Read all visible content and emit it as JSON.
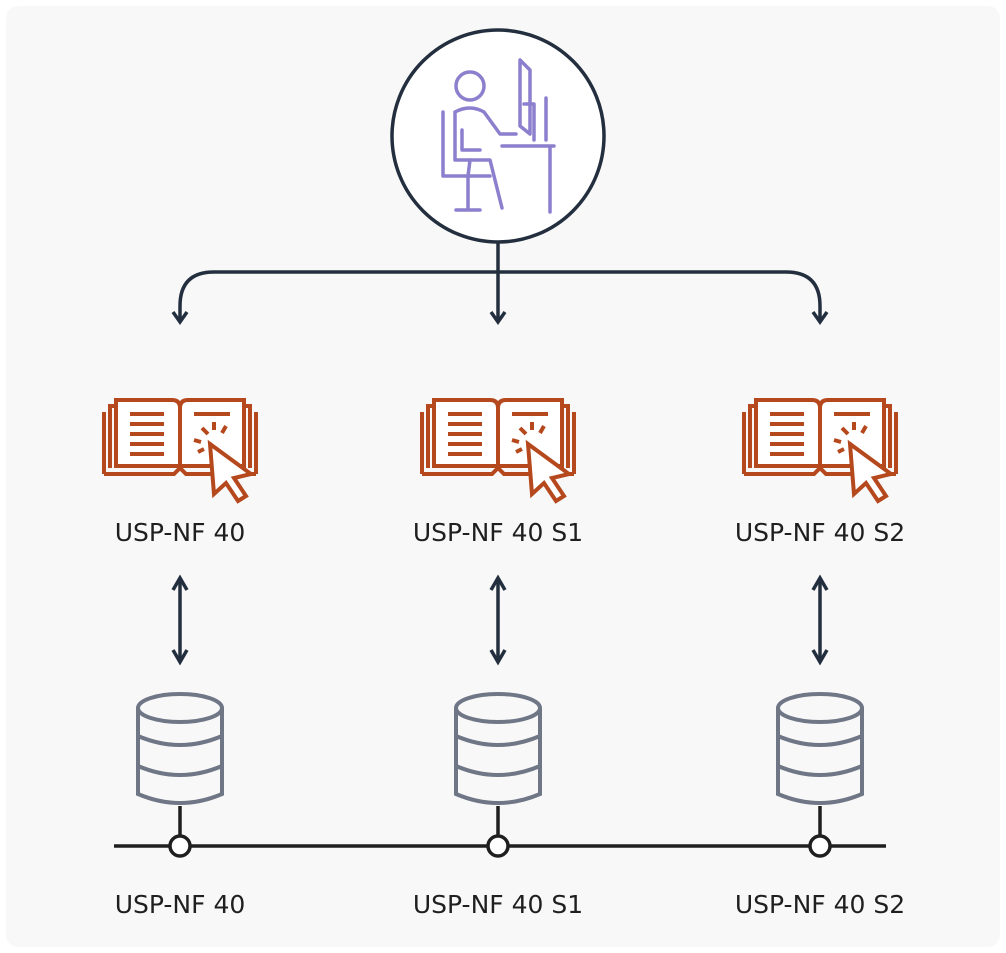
{
  "colors": {
    "background": "#f8f8f8",
    "connector": "#232f3e",
    "user_icon": "#8c7fce",
    "book_icon": "#b5481c",
    "database_icon": "#6f7686"
  },
  "user": {
    "icon": "user-at-computer-icon"
  },
  "columns": [
    {
      "book_label": "USP-NF 40",
      "database_label": "USP-NF 40",
      "book_icon": "book-click-icon",
      "database_icon": "database-icon"
    },
    {
      "book_label": "USP-NF 40 S1",
      "database_label": "USP-NF 40 S1",
      "book_icon": "book-click-icon",
      "database_icon": "database-icon"
    },
    {
      "book_label": "USP-NF 40 S2",
      "database_label": "USP-NF 40 S2",
      "book_icon": "book-click-icon",
      "database_icon": "database-icon"
    }
  ]
}
